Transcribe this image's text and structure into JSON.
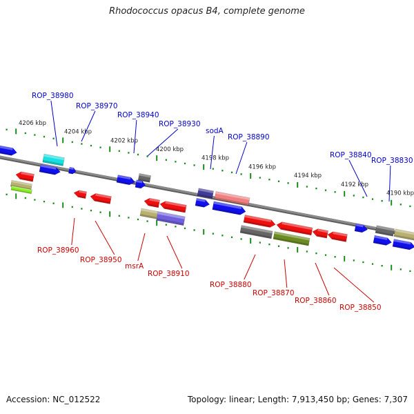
{
  "title": "Rhodococcus opacus B4, complete genome",
  "accession": "Accession: NC_012522",
  "summary": "Topology: linear; Length: 7,913,450 bp; Genes: 7,307",
  "ruler_labels": [
    "4206 kbp",
    "4204 kbp",
    "4202 kbp",
    "4200 kbp",
    "4198 kbp",
    "4196 kbp",
    "4194 kbp",
    "4192 kbp",
    "4190 kbp"
  ],
  "upper_gene_labels": [
    "ROP_38980",
    "ROP_38970",
    "ROP_38940",
    "ROP_38930",
    "sodA",
    "ROP_38890",
    "ROP_38840",
    "ROP_38830"
  ],
  "lower_gene_labels": [
    "ROP_38960",
    "ROP_38950",
    "msrA",
    "ROP_38910",
    "ROP_38880",
    "ROP_38870",
    "ROP_38860",
    "ROP_38850"
  ],
  "colors": {
    "label_upper": "#0000cc",
    "label_lower": "#cc0000",
    "ruler": "#1a8a1a",
    "backbone": "#8a8a8a",
    "gene_blue": "#1010ee",
    "gene_red": "#ee1010"
  }
}
